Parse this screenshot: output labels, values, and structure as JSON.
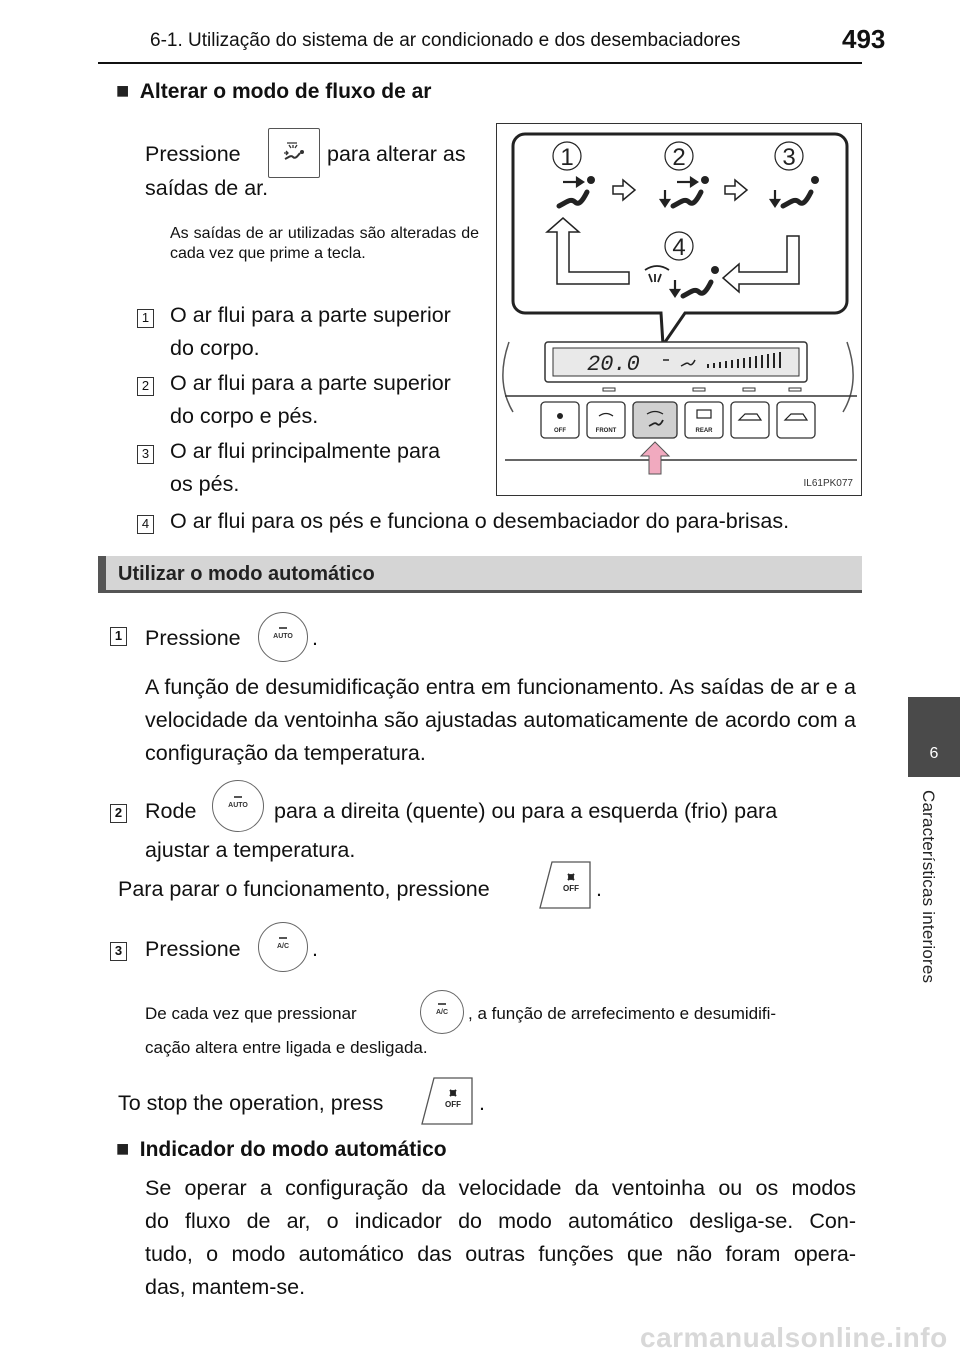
{
  "header": {
    "title": "6-1. Utilização do sistema de ar condicionado e dos desembaciadores",
    "page_number": "493"
  },
  "side_tab": {
    "number": "6",
    "label": "Características interiores"
  },
  "airflow_section": {
    "heading": "Alterar o modo de fluxo de ar",
    "press_before": "Pressione",
    "press_after": "para alterar as",
    "press_line2": "saídas de ar.",
    "note": "As saídas de ar utilizadas são alteradas de cada vez que prime a tecla.",
    "items": [
      {
        "num": "1",
        "text": "O ar flui para a parte superior",
        "text2": "do corpo."
      },
      {
        "num": "2",
        "text": "O ar flui para a parte superior",
        "text2": "do corpo e pés."
      },
      {
        "num": "3",
        "text": "O ar flui principalmente para",
        "text2": "os pés."
      },
      {
        "num": "4",
        "text": "O ar flui para os pés e funciona o desembaciador do para-brisas."
      }
    ]
  },
  "diagram": {
    "callout_numbers": [
      "1",
      "2",
      "3",
      "4"
    ],
    "display_temp": "20.0",
    "buttons": [
      "OFF",
      "FRONT",
      "",
      "REAR",
      "",
      ""
    ],
    "code": "IL61PK077"
  },
  "auto_section": {
    "heading": "Utilizar o modo automático",
    "step1_num": "1",
    "step1_text": "Pressione",
    "step1_period": ".",
    "step1_desc": "A função de desumidificação entra em funcionamento. As saídas de ar e a velocidade da ventoinha são ajustadas automaticamente de acordo com a configuração da temperatura.",
    "step2_num": "2",
    "step2_before": "Rode",
    "step2_after": "para a direita (quente) ou para a esquerda (frio) para",
    "step2_line2": "ajustar a temperatura.",
    "stop_before": "Para parar o funcionamento, pressione",
    "stop_after": ".",
    "step3_num": "3",
    "step3_text": "Pressione",
    "step3_period": ".",
    "ac_note_before": "De cada vez que pressionar",
    "ac_note_after": ", a função de arrefecimento e desumidifi-",
    "ac_note_line2": "cação altera entre ligada e desligada.",
    "stop_en_before": "To stop the operation, press",
    "stop_en_after": ".",
    "btn_auto": "AUTO",
    "btn_ac": "A/C",
    "btn_off": "OFF"
  },
  "indicator_section": {
    "heading": "Indicador do modo automático",
    "text": "Se operar a configuração da velocidade da ventoinha ou os modos do fluxo de ar, o indicador do modo automático desliga-se. Contudo, o modo automático das outras funções que não foram operadas, mantem-se.",
    "line1": "Se operar a configuração da velocidade da ventoinha ou os modos",
    "line2": "do fluxo de ar, o indicador do modo automático desliga-se. Con-",
    "line3": "tudo, o modo automático das outras funções que não foram opera-",
    "line4": "das, mantem-se."
  },
  "watermark": "carmanualsonline.info"
}
